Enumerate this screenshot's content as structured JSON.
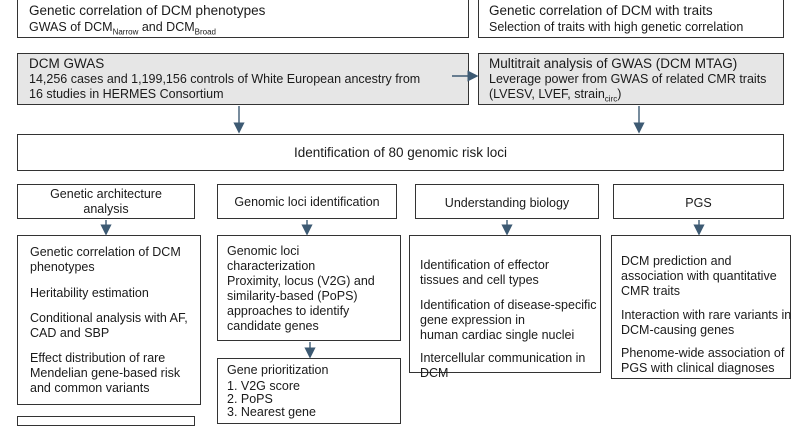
{
  "top_left": {
    "title": "Genetic correlation of DCM phenotypes",
    "line2_pre": "GWAS of DCM",
    "sub1": "Narrow",
    "line2_mid": " and DCM",
    "sub2": "Broad"
  },
  "top_right": {
    "title": "Genetic correlation of DCM with traits",
    "line2": "Selection of traits with high genetic correlation"
  },
  "gwas": {
    "title": "DCM GWAS",
    "line2": "14,256 cases and 1,199,156 controls of White European ancestry from",
    "line3": "16 studies in HERMES Consortium"
  },
  "mtag": {
    "title": "Multitrait analysis of GWAS (DCM MTAG)",
    "line2": "Leverage power from GWAS of related CMR traits",
    "line3_pre": "(LVESV, LVEF, strain",
    "sub": "circ",
    "line3_post": ")"
  },
  "loci": {
    "label": "Identification of 80 genomic risk loci"
  },
  "col1": {
    "header": [
      "Genetic architecture",
      "analysis"
    ],
    "items": [
      [
        "Genetic correlation of DCM",
        "phenotypes"
      ],
      [
        "Heritability estimation"
      ],
      [
        "Conditional analysis with AF,",
        "CAD and SBP"
      ],
      [
        "Effect distribution of rare",
        "Mendelian gene-based risk",
        "and common variants"
      ]
    ]
  },
  "col2": {
    "header": [
      "Genomic loci identification"
    ],
    "items": [
      [
        "Genomic loci",
        "characterization"
      ],
      [
        "Proximity, locus (V2G) and",
        "similarity-based (PoPS)",
        "approaches to identify",
        "candidate genes"
      ]
    ],
    "prior_title": "Gene prioritization",
    "prior_items": [
      "1. V2G score",
      "2. PoPS",
      "3. Nearest gene"
    ]
  },
  "col3": {
    "header": [
      "Understanding biology"
    ],
    "items": [
      [
        "Identification of effector",
        "tissues and cell types"
      ],
      [
        "Identification of disease-specific",
        "gene expression in",
        "human cardiac single nuclei"
      ],
      [
        "Intercellular communication in",
        "DCM"
      ]
    ]
  },
  "col4": {
    "header": [
      "PGS"
    ],
    "items": [
      [
        "DCM prediction and",
        "association with quantitative",
        "CMR traits"
      ],
      [
        "Interaction with rare variants in",
        "DCM-causing genes"
      ],
      [
        "Phenome-wide association of",
        "PGS with clinical diagnoses"
      ]
    ]
  },
  "colors": {
    "border": "#333333",
    "shade": "#e6e6e6",
    "arrow": "#3d5a73"
  }
}
